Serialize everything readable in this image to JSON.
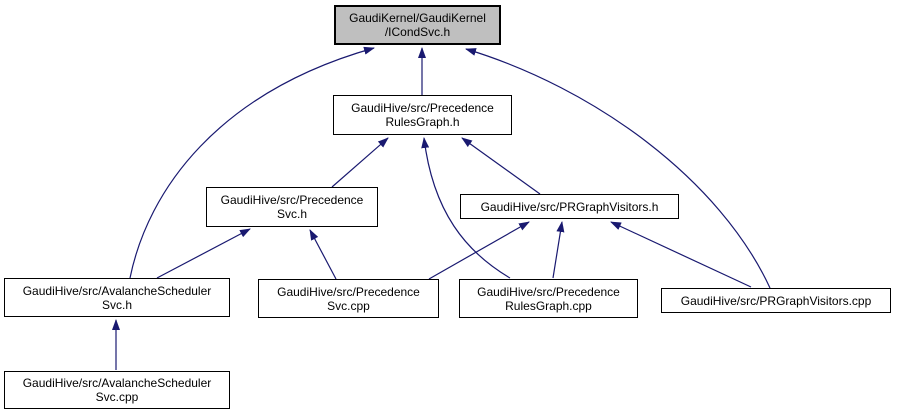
{
  "diagram": {
    "kind": "doxygen-included-by-graph",
    "root_file": "GaudiKernel/GaudiKernel/ICondSvc.h",
    "colors": {
      "edge": "#191970",
      "node_border": "#000000",
      "node_fill": "#ffffff",
      "root_fill": "#bfbfbf",
      "text": "#000000",
      "background": "#ffffff"
    },
    "nodes": [
      {
        "id": "icondsvc",
        "label": "GaudiKernel/GaudiKernel/ICondSvc.h",
        "line1": "GaudiKernel/GaudiKernel",
        "line2": "/ICondSvc.h",
        "highlighted": true
      },
      {
        "id": "prgraph_h",
        "label": "GaudiHive/src/PrecedenceRulesGraph.h",
        "line1": "GaudiHive/src/Precedence",
        "line2": "RulesGraph.h",
        "highlighted": false
      },
      {
        "id": "precsvc_h",
        "label": "GaudiHive/src/PrecedenceSvc.h",
        "line1": "GaudiHive/src/Precedence",
        "line2": "Svc.h",
        "highlighted": false
      },
      {
        "id": "prvisitors_h",
        "label": "GaudiHive/src/PRGraphVisitors.h",
        "line1": "GaudiHive/src/PRGraphVisitors.h",
        "highlighted": false
      },
      {
        "id": "avsch_h",
        "label": "GaudiHive/src/AvalancheSchedulerSvc.h",
        "line1": "GaudiHive/src/AvalancheScheduler",
        "line2": "Svc.h",
        "highlighted": false
      },
      {
        "id": "precsvc_cpp",
        "label": "GaudiHive/src/PrecedenceSvc.cpp",
        "line1": "GaudiHive/src/Precedence",
        "line2": "Svc.cpp",
        "highlighted": false
      },
      {
        "id": "prgraph_cpp",
        "label": "GaudiHive/src/PrecedenceRulesGraph.cpp",
        "line1": "GaudiHive/src/Precedence",
        "line2": "RulesGraph.cpp",
        "highlighted": false
      },
      {
        "id": "prvisitors_cpp",
        "label": "GaudiHive/src/PRGraphVisitors.cpp",
        "line1": "GaudiHive/src/PRGraphVisitors.cpp",
        "highlighted": false
      },
      {
        "id": "avsch_cpp",
        "label": "GaudiHive/src/AvalancheSchedulerSvc.cpp",
        "line1": "GaudiHive/src/AvalancheScheduler",
        "line2": "Svc.cpp",
        "highlighted": false
      }
    ],
    "edges": [
      {
        "from": "GaudiHive/src/PrecedenceRulesGraph.h",
        "to": "GaudiKernel/GaudiKernel/ICondSvc.h"
      },
      {
        "from": "GaudiHive/src/AvalancheSchedulerSvc.h",
        "to": "GaudiKernel/GaudiKernel/ICondSvc.h"
      },
      {
        "from": "GaudiHive/src/PRGraphVisitors.cpp",
        "to": "GaudiKernel/GaudiKernel/ICondSvc.h"
      },
      {
        "from": "GaudiHive/src/PrecedenceSvc.h",
        "to": "GaudiHive/src/PrecedenceRulesGraph.h"
      },
      {
        "from": "GaudiHive/src/PrecedenceRulesGraph.cpp",
        "to": "GaudiHive/src/PrecedenceRulesGraph.h"
      },
      {
        "from": "GaudiHive/src/PRGraphVisitors.h",
        "to": "GaudiHive/src/PrecedenceRulesGraph.h"
      },
      {
        "from": "GaudiHive/src/AvalancheSchedulerSvc.h",
        "to": "GaudiHive/src/PrecedenceSvc.h"
      },
      {
        "from": "GaudiHive/src/PrecedenceSvc.cpp",
        "to": "GaudiHive/src/PrecedenceSvc.h"
      },
      {
        "from": "GaudiHive/src/PrecedenceSvc.cpp",
        "to": "GaudiHive/src/PRGraphVisitors.h"
      },
      {
        "from": "GaudiHive/src/PrecedenceRulesGraph.cpp",
        "to": "GaudiHive/src/PRGraphVisitors.h"
      },
      {
        "from": "GaudiHive/src/PRGraphVisitors.cpp",
        "to": "GaudiHive/src/PRGraphVisitors.h"
      },
      {
        "from": "GaudiHive/src/AvalancheSchedulerSvc.cpp",
        "to": "GaudiHive/src/AvalancheSchedulerSvc.h"
      }
    ]
  }
}
